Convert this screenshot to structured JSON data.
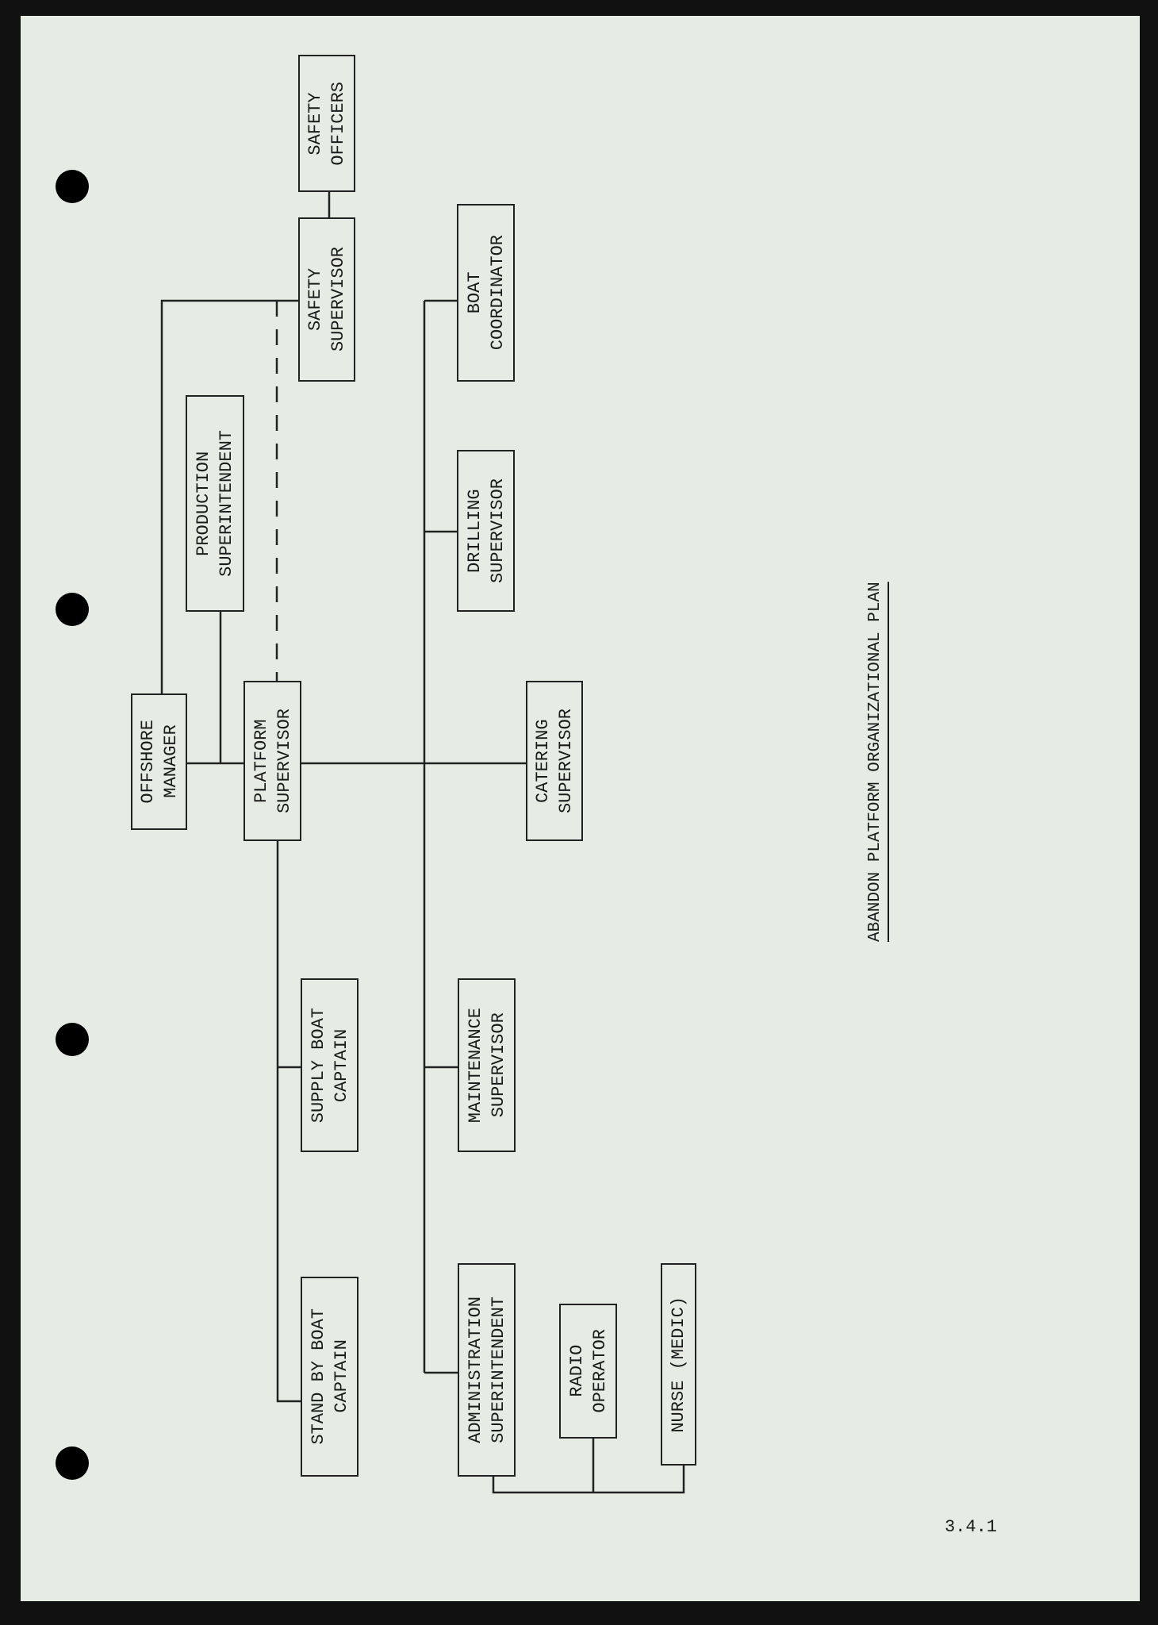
{
  "title": "ABANDON PLATFORM ORGANIZATIONAL PLAN",
  "page_number": "3.4.1",
  "boxes": {
    "safety_officers": [
      "SAFETY",
      "OFFICERS"
    ],
    "safety_supervisor": [
      "SAFETY",
      "SUPERVISOR"
    ],
    "boat_coordinator": [
      "BOAT",
      "COORDINATOR"
    ],
    "production_superintendent": [
      "PRODUCTION",
      "SUPERINTENDENT"
    ],
    "drilling_supervisor": [
      "DRILLING",
      "SUPERVISOR"
    ],
    "offshore_manager": [
      "OFFSHORE",
      "MANAGER"
    ],
    "platform_supervisor": [
      "PLATFORM",
      "SUPERVISOR"
    ],
    "catering_supervisor": [
      "CATERING",
      "SUPERVISOR"
    ],
    "supply_boat_captain": [
      "SUPPLY BOAT",
      "CAPTAIN"
    ],
    "maintenance_supervisor": [
      "MAINTENANCE",
      "SUPERVISOR"
    ],
    "stand_by_boat_captain": [
      "STAND BY BOAT",
      "CAPTAIN"
    ],
    "administration_superintendent": [
      "ADMINISTRATION",
      "SUPERINTENDENT"
    ],
    "radio_operator": [
      "RADIO",
      "OPERATOR"
    ],
    "nurse_medic": [
      "NURSE (MEDIC)"
    ]
  }
}
